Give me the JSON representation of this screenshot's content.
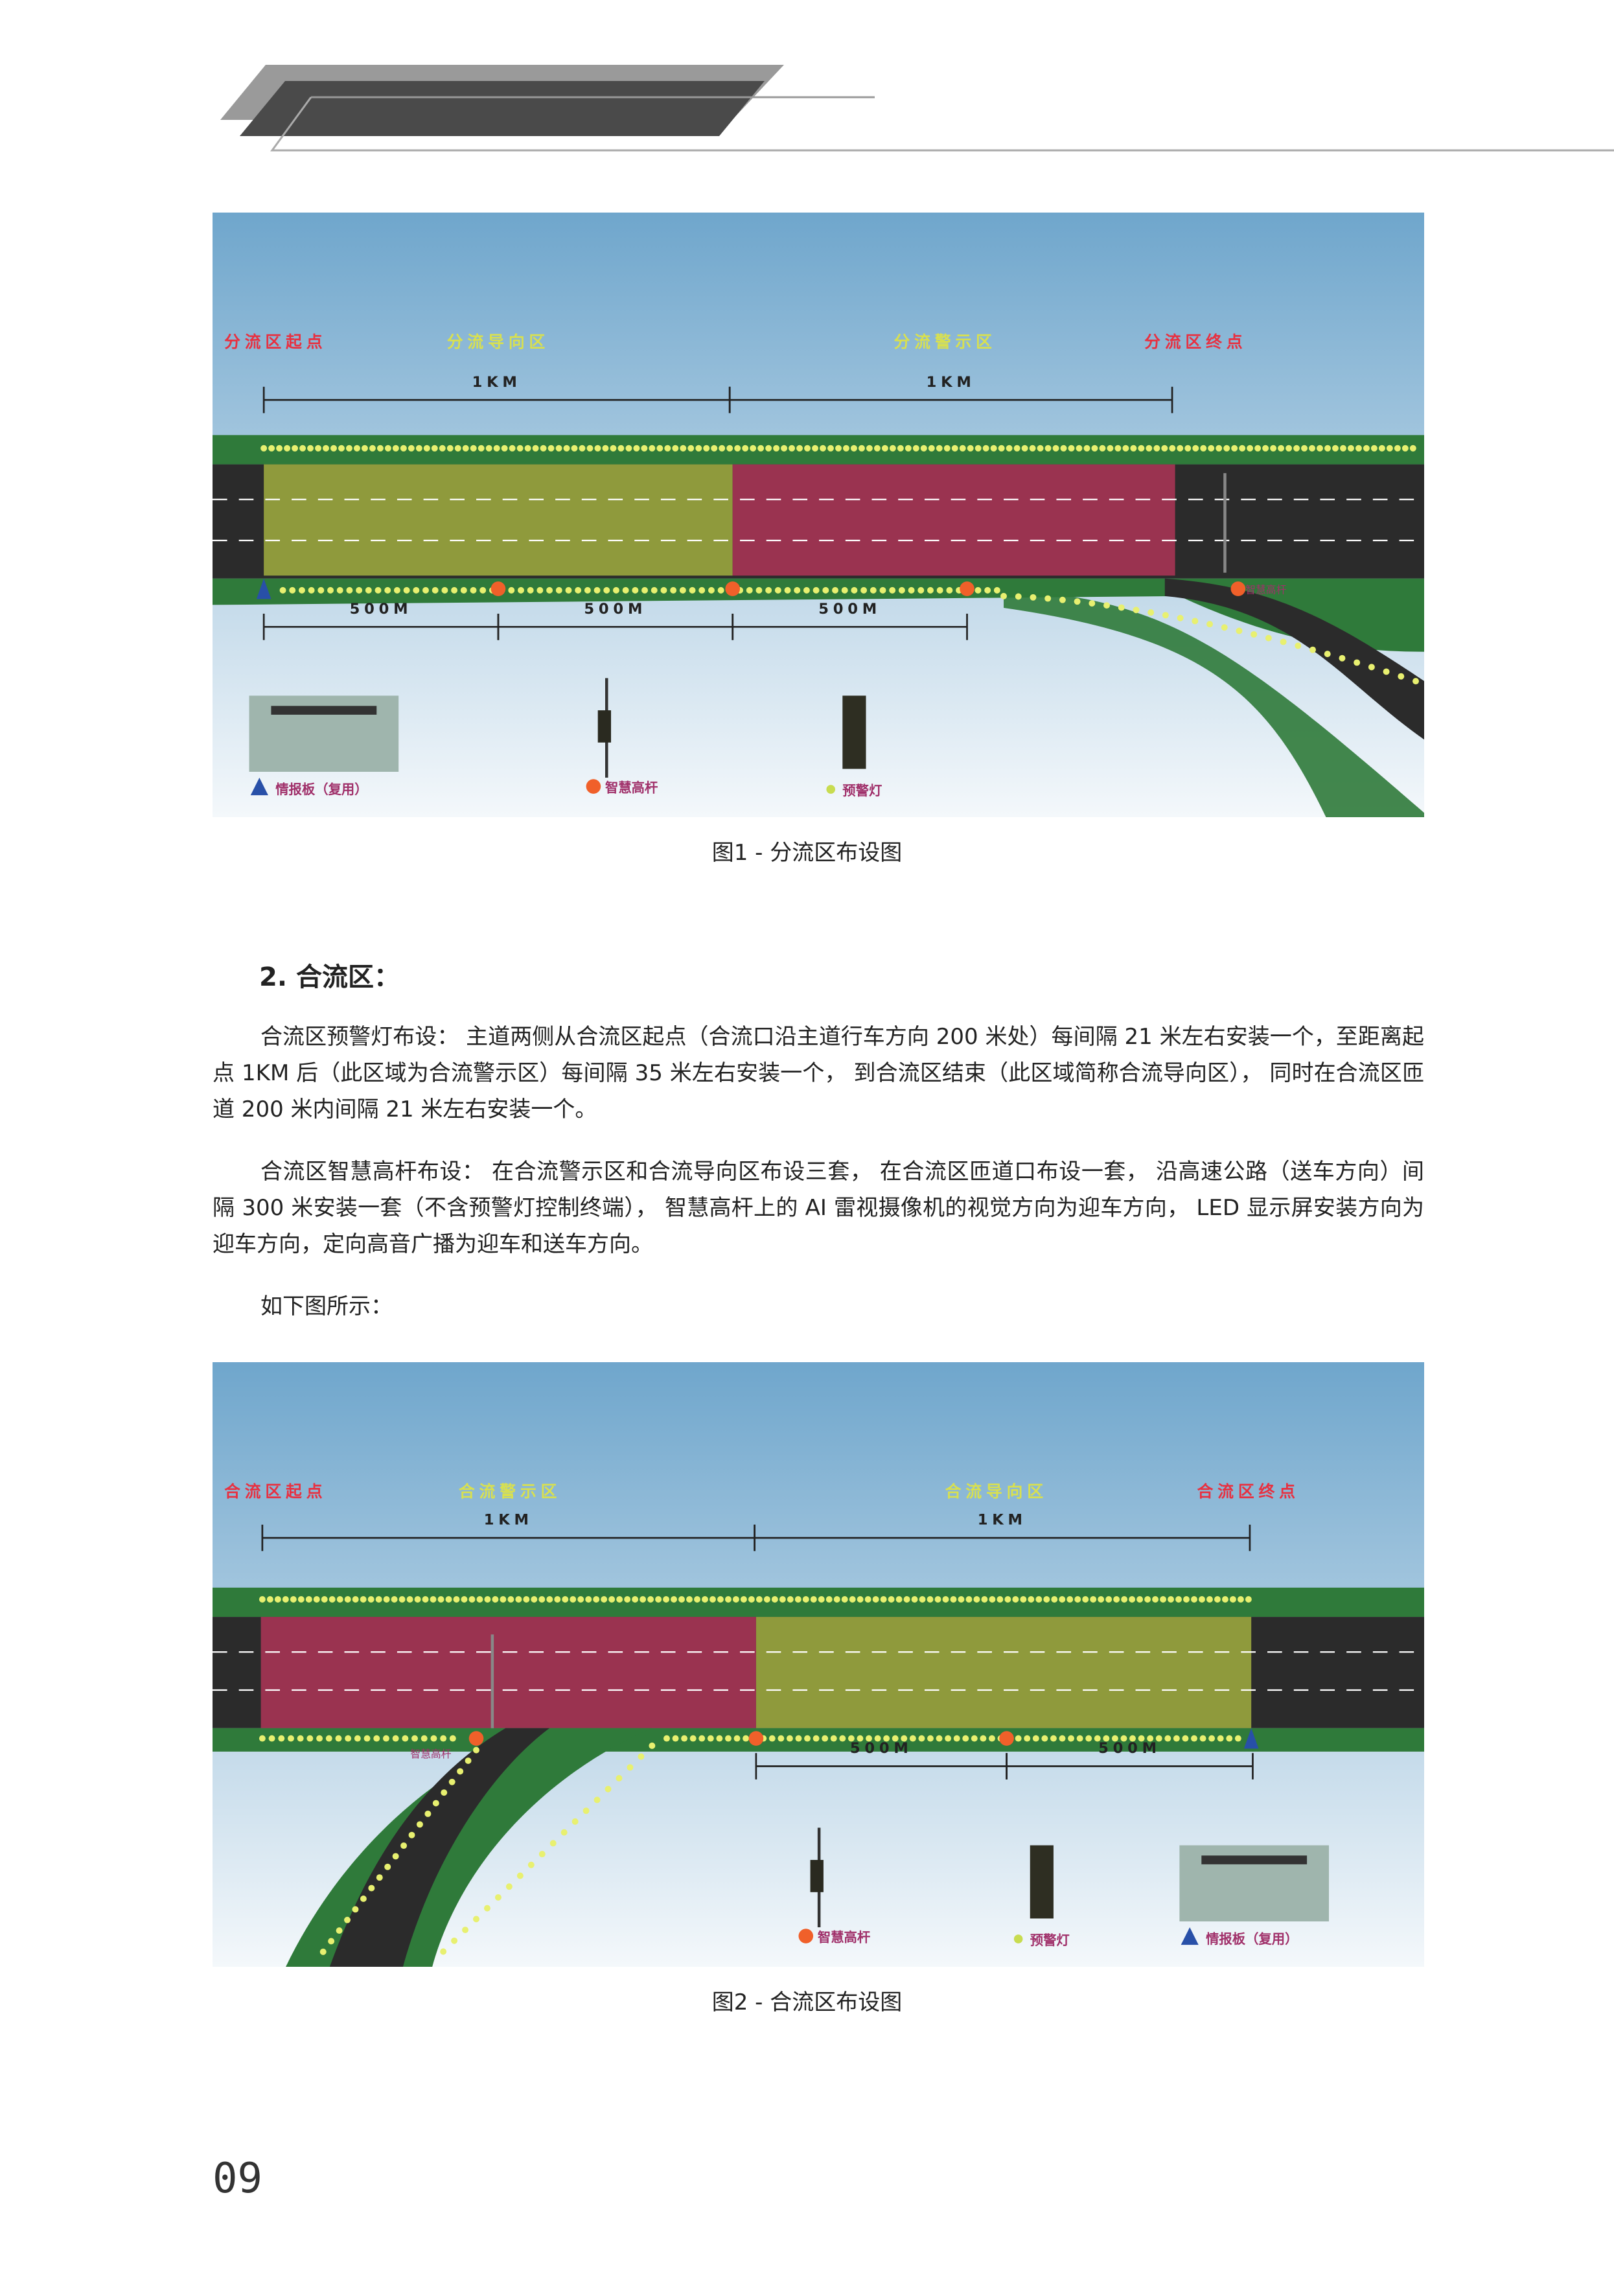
{
  "figure1": {
    "zone_labels": [
      "分流区起点",
      "分流导向区",
      "分流警示区",
      "分流区终点"
    ],
    "km_labels": [
      "1KM",
      "1KM"
    ],
    "m_labels": [
      "500M",
      "500M",
      "500M"
    ],
    "legend": {
      "board": "情报板（复用）",
      "pole": "智慧高杆",
      "light": "预警灯"
    },
    "ramp_pole_label": "智慧高杆",
    "caption": "图1 - 分流区布设图"
  },
  "section": {
    "heading": "2. 合流区：",
    "paragraphs": [
      "合流区预警灯布设： 主道两侧从合流区起点（合流口沿主道行车方向 200 米处）每间隔 21 米左右安装一个，至距离起点 1KM 后（此区域为合流警示区）每间隔 35 米左右安装一个， 到合流区结束（此区域简称合流导向区）， 同时在合流区匝道 200 米内间隔 21 米左右安装一个。",
      "合流区智慧高杆布设： 在合流警示区和合流导向区布设三套， 在合流区匝道口布设一套， 沿高速公路（送车方向）间隔 300 米安装一套（不含预警灯控制终端）， 智慧高杆上的 AI 雷视摄像机的视觉方向为迎车方向， LED 显示屏安装方向为迎车方向，定向高音广播为迎车和送车方向。",
      "如下图所示："
    ]
  },
  "figure2": {
    "zone_labels": [
      "合流区起点",
      "合流警示区",
      "合流导向区",
      "合流区终点"
    ],
    "km_labels": [
      "1KM",
      "1KM"
    ],
    "m_labels": [
      "500M",
      "500M"
    ],
    "legend": {
      "board": "情报板（复用）",
      "pole": "智慧高杆",
      "light": "预警灯"
    },
    "ramp_pole_label": "智慧高杆",
    "caption": "图2 - 合流区布设图"
  },
  "page_number": "09",
  "colors": {
    "sky_top": "#6fa6cc",
    "sky_bottom": "#f4f8fb",
    "road": "#2b2b2b",
    "green": "#2f7a3a",
    "yellow_zone": "#8f9a3c",
    "red_zone": "#9a3350",
    "dot": "#e8f070",
    "pole_marker": "#f0602a",
    "board_marker": "#2850a8",
    "label_red": "#e83040",
    "label_yellow": "#d8e050"
  }
}
